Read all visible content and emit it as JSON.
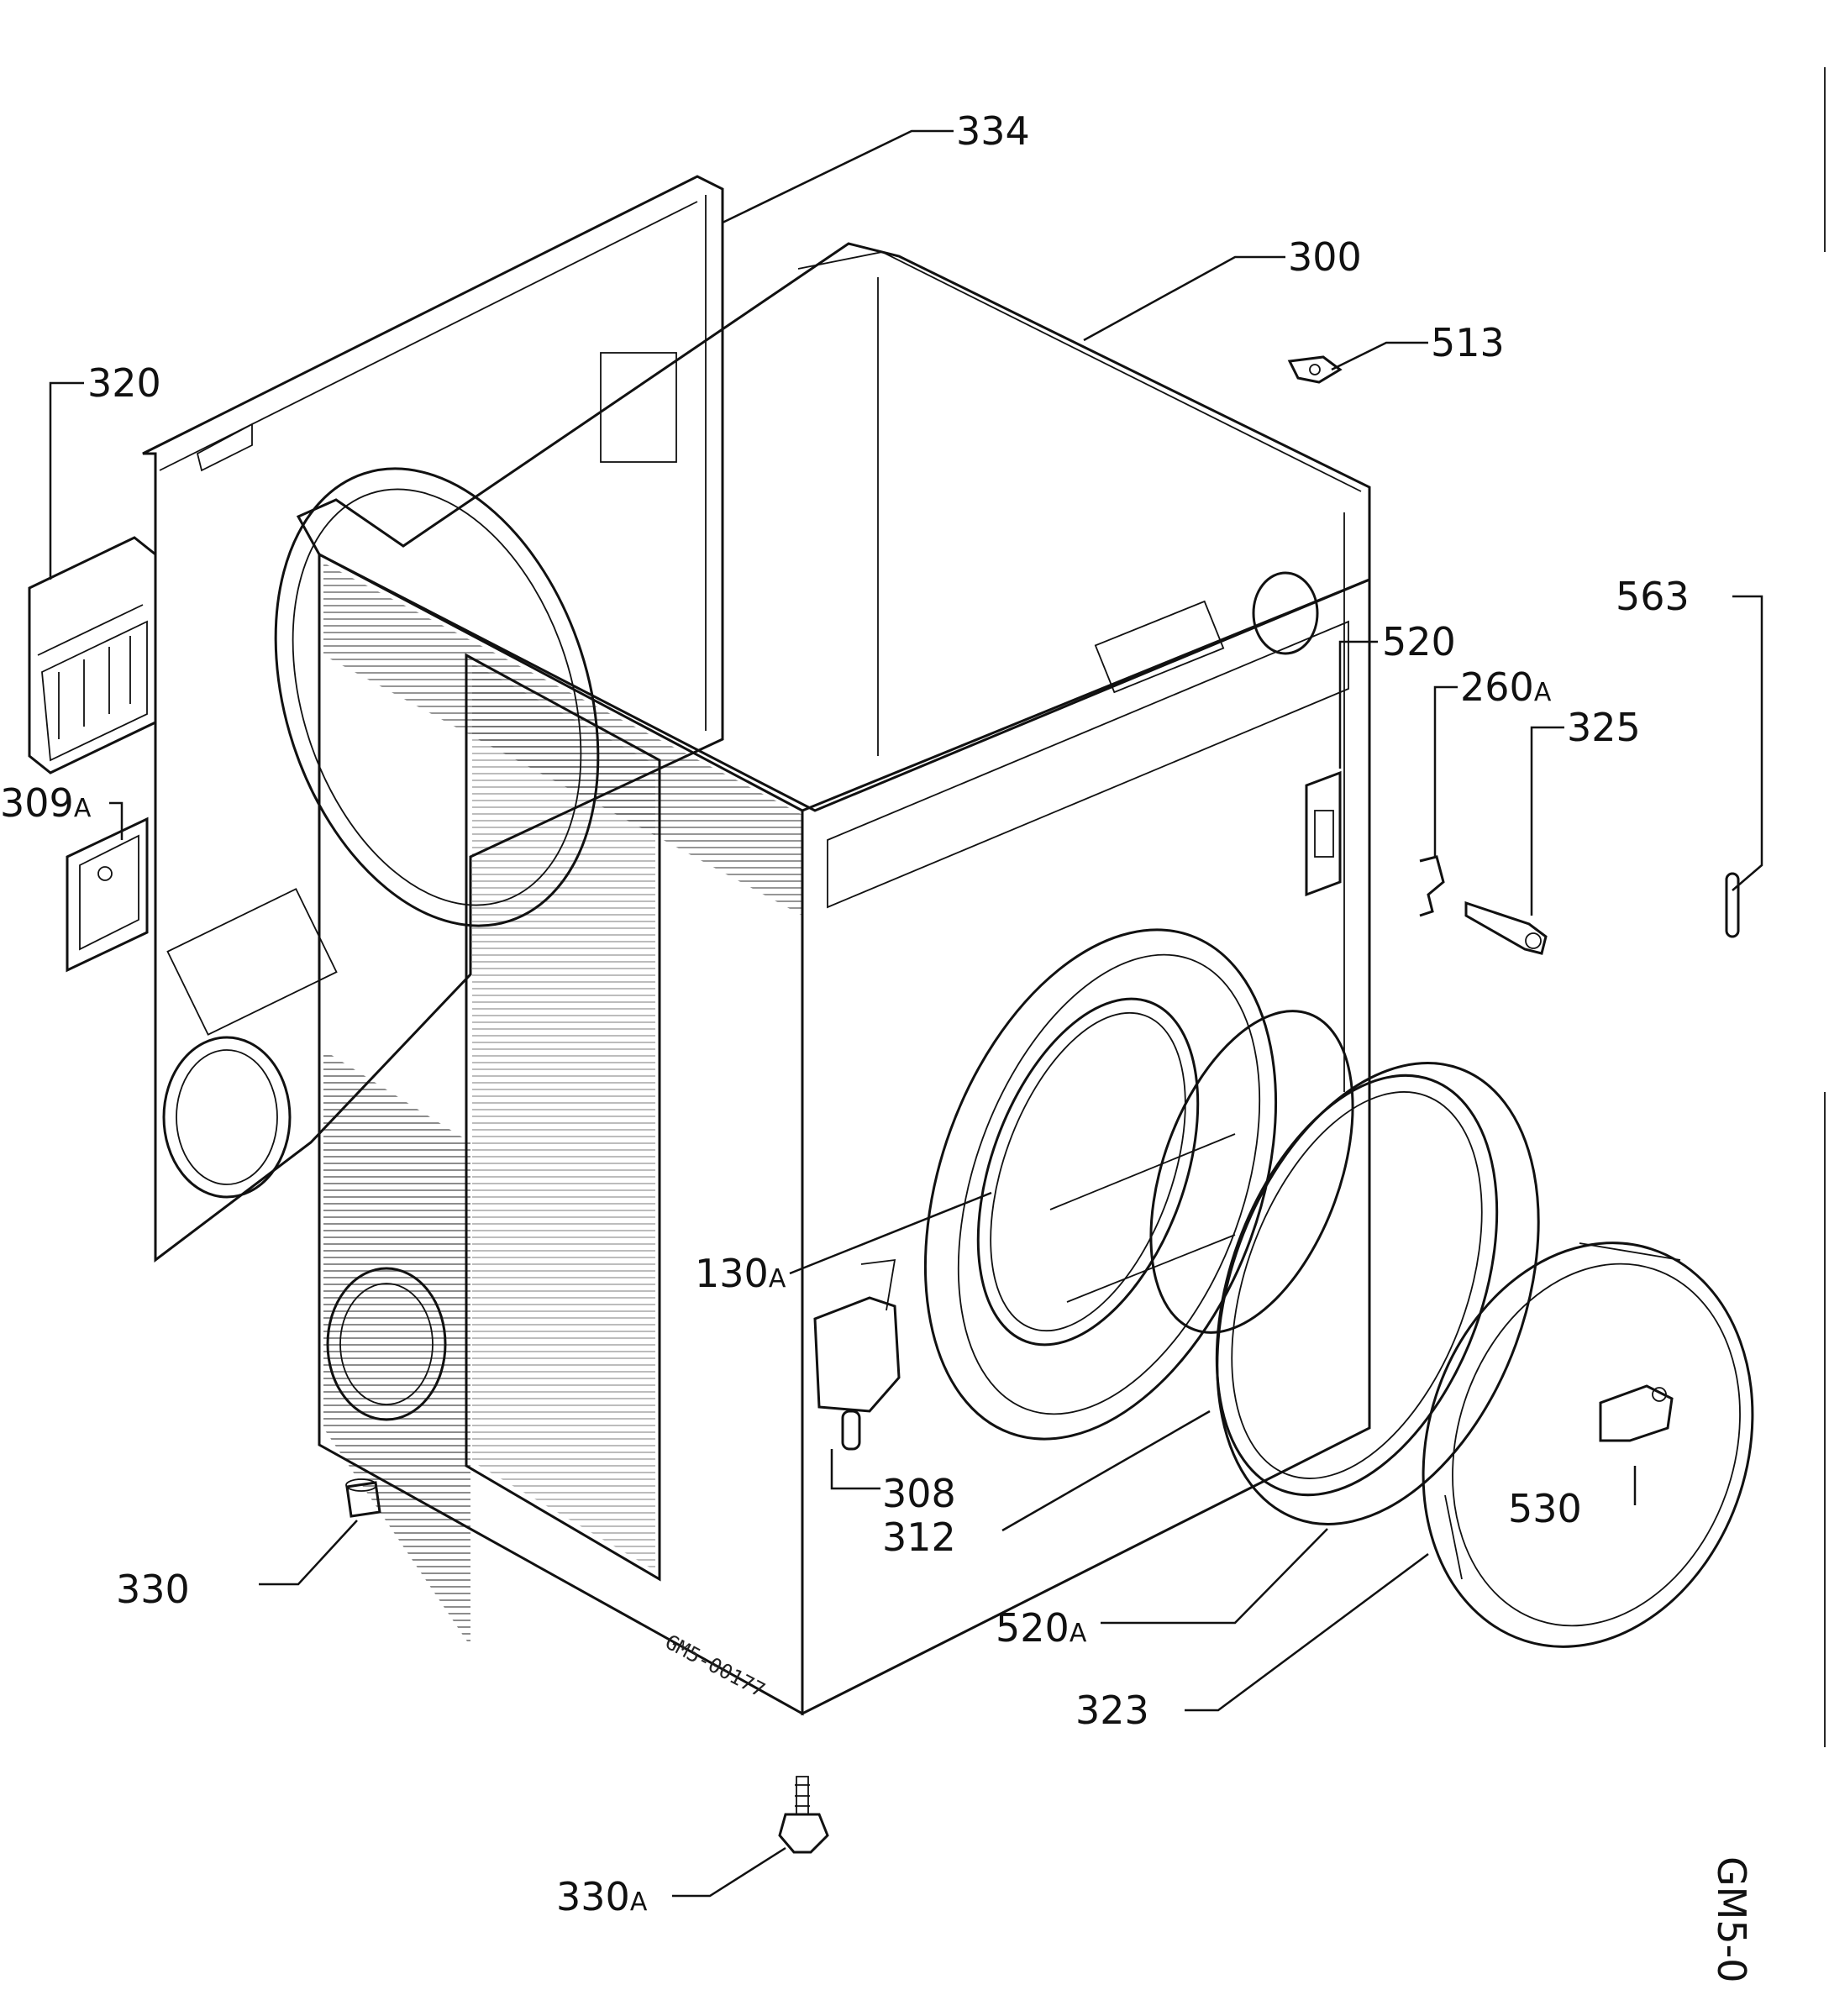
{
  "callouts": {
    "c334": "334",
    "c300": "300",
    "c513": "513",
    "c320": "320",
    "c309": "309",
    "c309s": "A",
    "c563": "563",
    "c520": "520",
    "c260": "260",
    "c260s": "A",
    "c325": "325",
    "c130": "130",
    "c130s": "A",
    "c308": "308",
    "c312": "312",
    "c530": "530",
    "c330": "330",
    "c520a": "520",
    "c520as": "A",
    "c323": "323",
    "c330a": "330",
    "c330as": "A"
  },
  "codes": {
    "cabinet_code": "GM5-00177",
    "edge_code": "GM5-0"
  }
}
